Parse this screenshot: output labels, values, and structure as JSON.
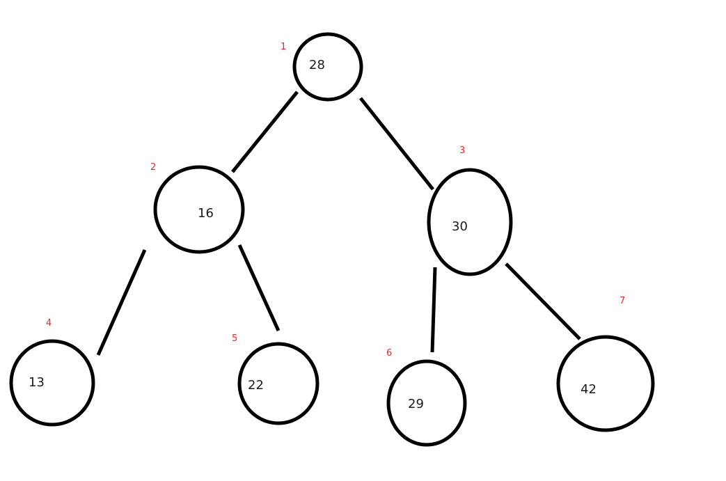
{
  "colors": {
    "background": "#ffffff",
    "stroke": "#000000",
    "value_text": "#1a1a1a",
    "index_text": "#e8242b"
  },
  "nodes": [
    {
      "index": "1",
      "value": "28"
    },
    {
      "index": "2",
      "value": "16"
    },
    {
      "index": "3",
      "value": "30"
    },
    {
      "index": "4",
      "value": "13"
    },
    {
      "index": "5",
      "value": "22"
    },
    {
      "index": "6",
      "value": "29"
    },
    {
      "index": "7",
      "value": "42"
    }
  ],
  "edges": [
    {
      "from": "1",
      "to": "2"
    },
    {
      "from": "1",
      "to": "3"
    },
    {
      "from": "2",
      "to": "4"
    },
    {
      "from": "2",
      "to": "5"
    },
    {
      "from": "3",
      "to": "6"
    },
    {
      "from": "3",
      "to": "7"
    }
  ]
}
